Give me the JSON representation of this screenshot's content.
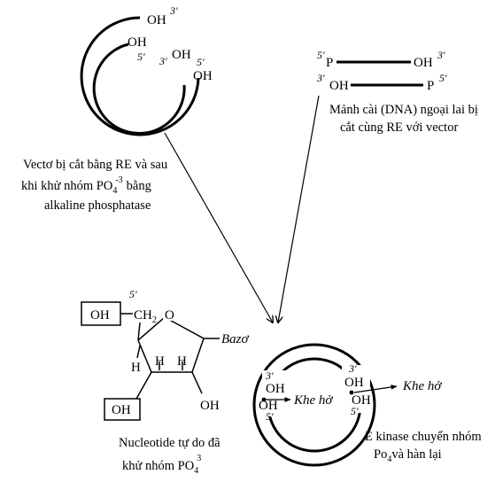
{
  "vector": {
    "oh_top": "OH",
    "oh_top_prime": "3′",
    "oh_inner": "OH",
    "oh_inner_prime": "5′",
    "oh_right_a": "OH",
    "oh_right_a_prime": "3′",
    "oh_right_b": "OH",
    "oh_right_b_prime": "5′",
    "caption_line1": "Vectơ bị cắt bằng RE và sau",
    "caption_line2a": "khi khử nhóm PO",
    "caption_line2_sub": "4",
    "caption_line2_sup": "-3",
    "caption_line2b": "bằng",
    "caption_line3": "alkaline phosphatase"
  },
  "insert": {
    "top_left_prime": "5′",
    "top_left": "P",
    "top_right": "OH",
    "top_right_prime": "3′",
    "bottom_left_prime": "3′",
    "bottom_left": "OH",
    "bottom_right": "P",
    "bottom_right_prime": "5′",
    "caption_line1": "Mảnh cài (DNA) ngoại lai bị",
    "caption_line2": "cắt cùng RE với vector"
  },
  "nucleotide": {
    "oh_box_top": "OH",
    "prime5": "5′",
    "ch2": "CH",
    "ch2_sub": "2",
    "ring_o": "O",
    "base": "Bazơ",
    "h1": "H",
    "h2": "H",
    "h3": "H",
    "oh_box_bottom": "OH",
    "oh_right": "OH",
    "caption_line1": "Nucleotide tự do đã",
    "caption_line2a": "khử nhóm PO",
    "caption_line2_sub": "4",
    "caption_line2_sup": "3"
  },
  "recombinant": {
    "left_prime3": "3′",
    "left_oh1": "OH",
    "left_oh2": "OH",
    "left_prime5": "5′",
    "left_gap": "Khe hở",
    "right_prime3": "3′",
    "right_oh1": "OH",
    "right_oh2": "OH",
    "right_prime5": "5′",
    "right_gap": "Khe hở",
    "caption_line1": "E kinase chuyển nhóm",
    "caption_line2a": "Po",
    "caption_line2_sub": "4",
    "caption_line2b": "và hàn lại"
  }
}
